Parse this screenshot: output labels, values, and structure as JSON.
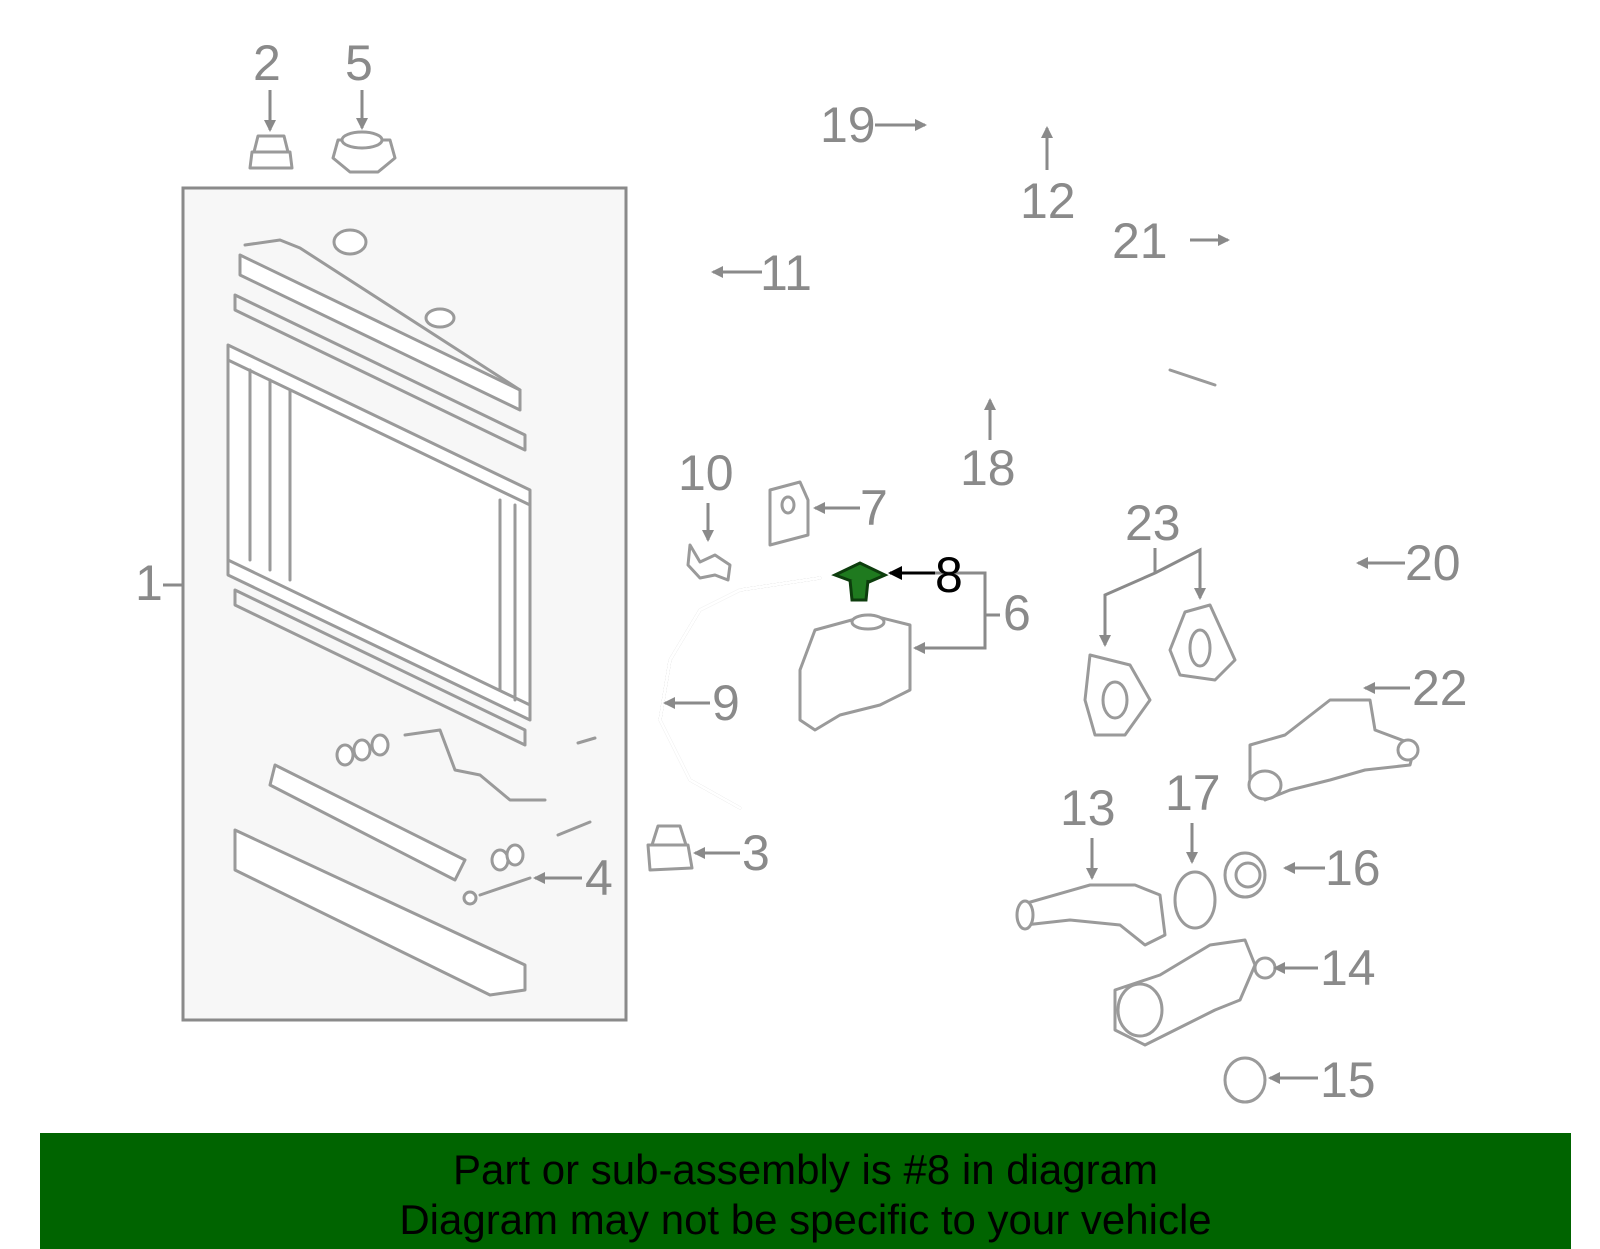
{
  "diagram": {
    "labels": {
      "l1": "1",
      "l2": "2",
      "l3": "3",
      "l4": "4",
      "l5": "5",
      "l6": "6",
      "l7": "7",
      "l8": "8",
      "l9": "9",
      "l10": "10",
      "l11": "11",
      "l12": "12",
      "l13": "13",
      "l14": "14",
      "l15": "15",
      "l16": "16",
      "l17": "17",
      "l18": "18",
      "l19": "19",
      "l20": "20",
      "l21": "21",
      "l22": "22",
      "l23": "23"
    },
    "highlighted_part": "8",
    "colors": {
      "line": "#9a9a9a",
      "label": "#8a8a8a",
      "highlight": "#1a7a1a",
      "banner": "#006400"
    }
  },
  "footer": {
    "line1": "Part or sub-assembly is #8 in diagram",
    "line2": "Diagram may not be specific to your vehicle"
  }
}
